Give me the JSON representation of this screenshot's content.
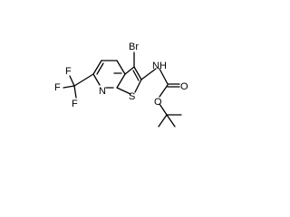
{
  "structure": {
    "atoms": {
      "br": "Br",
      "nh": "NH",
      "o_carbonyl": "O",
      "o_ester": "O",
      "n_ring": "N",
      "s_ring": "S",
      "f1": "F",
      "f2": "F",
      "f3": "F"
    }
  }
}
